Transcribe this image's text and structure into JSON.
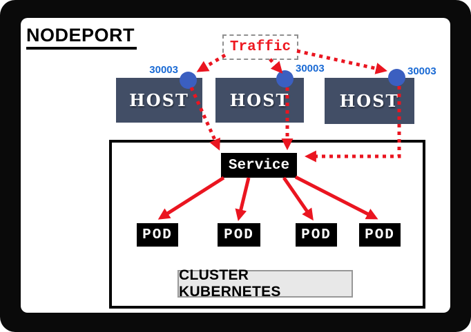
{
  "title": "NODEPORT",
  "traffic": {
    "label": "Traffic"
  },
  "hosts": [
    {
      "label": "HOST",
      "port": "30003"
    },
    {
      "label": "HOST",
      "port": "30003"
    },
    {
      "label": "HOST",
      "port": "30003"
    }
  ],
  "service": {
    "label": "Service"
  },
  "pods": [
    {
      "label": "POD"
    },
    {
      "label": "POD"
    },
    {
      "label": "POD"
    },
    {
      "label": "POD"
    }
  ],
  "cluster": {
    "label": "CLUSTER KUBERNETES"
  },
  "colors": {
    "arrow_red": "#ea1520",
    "traffic_text_red": "#ee1a22",
    "host_fill": "#424e66",
    "port_circle_blue": "#3b5fc0",
    "port_text_blue": "#1a6ad4",
    "box_black": "#000000",
    "cluster_label_bg": "#e8e8e8",
    "frame_black": "#0a0a0a"
  }
}
